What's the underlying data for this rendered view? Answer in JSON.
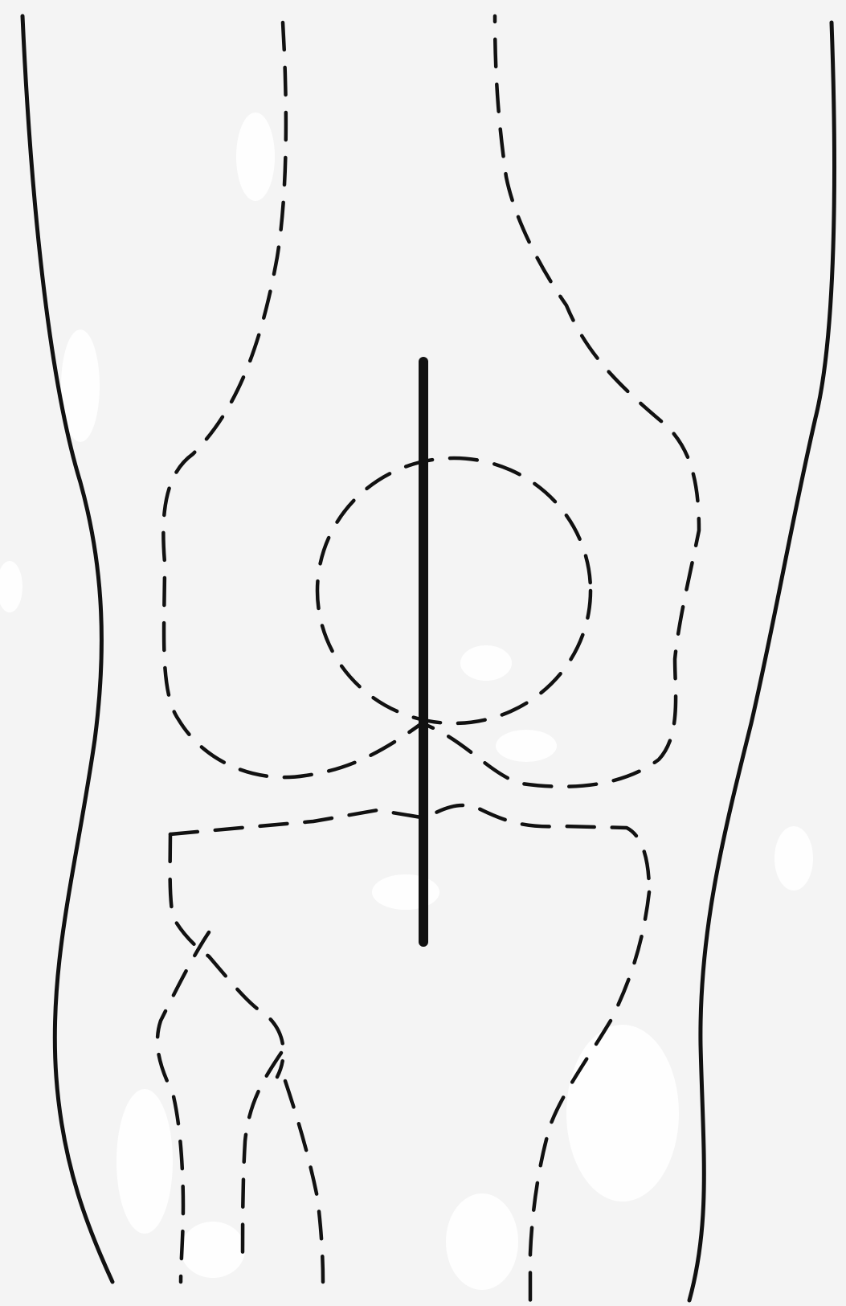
{
  "diagram": {
    "colors": {
      "background": "#f4f4f4",
      "stroke": "#111111",
      "highlight": "#ffffff"
    },
    "elements": [
      "left-leg-outline",
      "right-leg-outline",
      "femur-outline",
      "patella-outline",
      "tibial-plateau-outline",
      "fibula-head-outline",
      "tibia-shaft-outline",
      "midline-incision"
    ]
  }
}
